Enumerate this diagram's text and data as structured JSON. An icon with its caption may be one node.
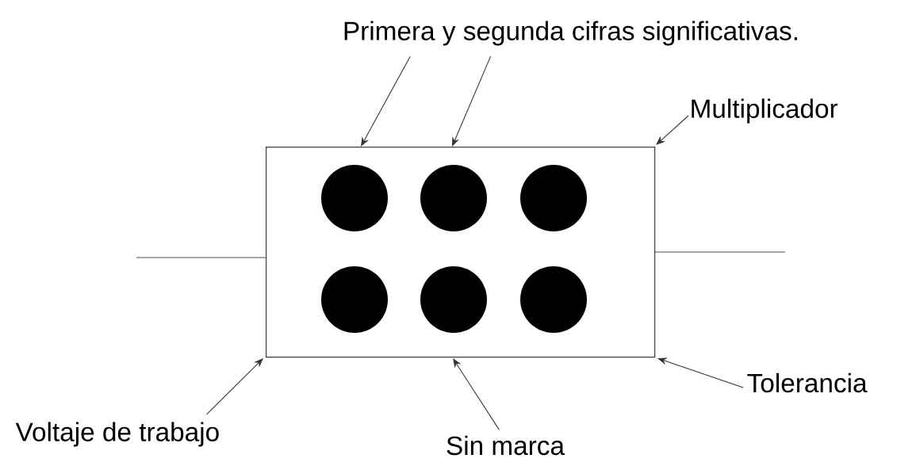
{
  "diagram": {
    "nodes": [
      {
        "text": [
          "Primera y segunda cifras significativas."
        ]
      },
      {
        "text": [
          "Multiplicador"
        ]
      },
      {
        "text": [],
        "shape": "box"
      },
      {
        "text": [],
        "shape": "circle",
        "in": 2
      },
      {
        "text": [],
        "shape": "circle",
        "in": 2
      },
      {
        "text": [],
        "shape": "circle",
        "in": 2
      },
      {
        "text": [],
        "shape": "circle",
        "in": 2
      },
      {
        "text": [],
        "shape": "circle",
        "in": 2
      },
      {
        "text": [],
        "shape": "circle",
        "in": 2
      },
      {
        "text": [
          "Tolerancia"
        ]
      },
      {
        "text": [
          "Voltaje de trabajo"
        ]
      },
      {
        "text": [
          "Sin marca"
        ]
      }
    ],
    "edges": [
      {
        "from": 0,
        "to": 2,
        "arrow": "to"
      },
      {
        "from": 0,
        "to": 2,
        "arrow": "to"
      },
      {
        "from": 1,
        "to": 2,
        "arrow": "to"
      },
      {
        "from": 9,
        "to": 2,
        "arrow": "to"
      },
      {
        "from": 10,
        "to": 2,
        "arrow": "to"
      },
      {
        "from": 11,
        "to": 2,
        "arrow": "to"
      }
    ]
  }
}
